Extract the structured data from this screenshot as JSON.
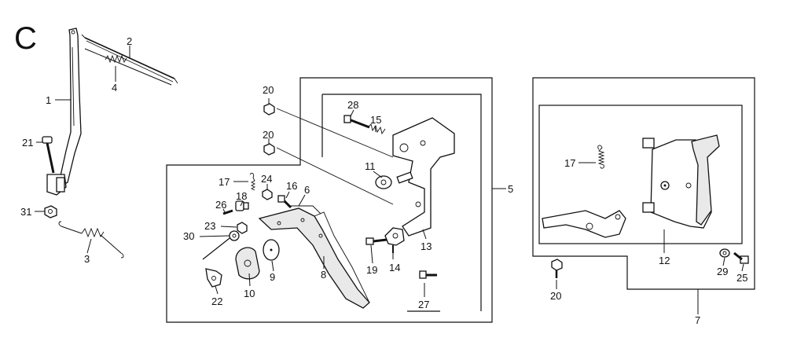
{
  "section_letter": "C",
  "labels": {
    "p1": "1",
    "p2": "2",
    "p3": "3",
    "p4": "4",
    "p5": "5",
    "p6": "6",
    "p7": "7",
    "p8": "8",
    "p9": "9",
    "p10": "10",
    "p11": "11",
    "p12": "12",
    "p13": "13",
    "p14": "14",
    "p15": "15",
    "p16": "16",
    "p17a": "17",
    "p17b": "17",
    "p18": "18",
    "p19": "19",
    "p20a": "20",
    "p20b": "20",
    "p20c": "20",
    "p21": "21",
    "p22": "22",
    "p23": "23",
    "p24": "24",
    "p25": "25",
    "p26": "26",
    "p27": "27",
    "p28": "28",
    "p29": "29",
    "p30": "30",
    "p31": "31"
  }
}
